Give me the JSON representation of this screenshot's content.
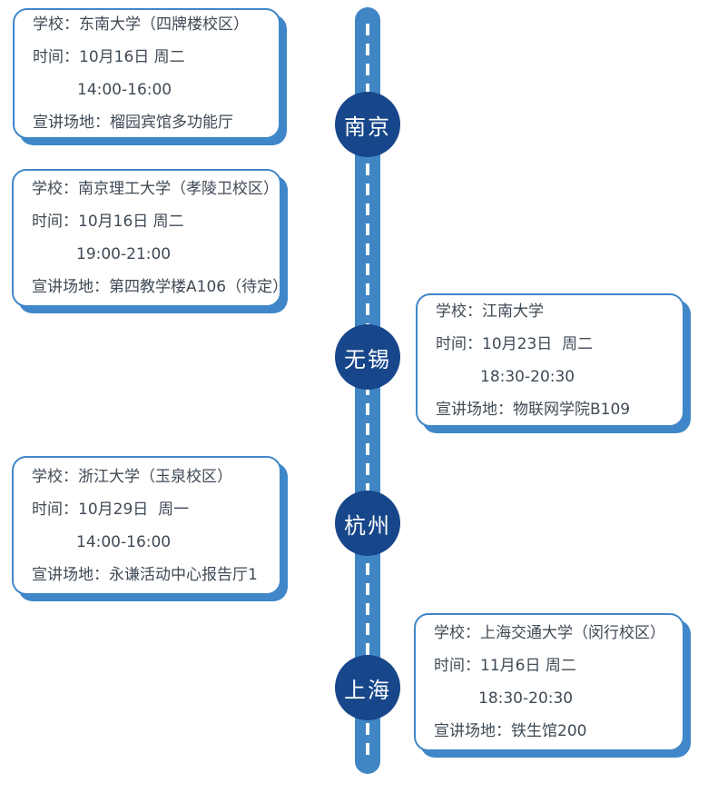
{
  "colors": {
    "bar": "#4186c4",
    "node": "#17468a",
    "card_border": "#3f87c8",
    "text": "#3f4a55"
  },
  "timeline": {
    "nodes": [
      {
        "city": "南京"
      },
      {
        "city": "无锡"
      },
      {
        "city": "杭州"
      },
      {
        "city": "上海"
      }
    ]
  },
  "cards": [
    {
      "city": "南京",
      "school": "学校：东南大学（四牌楼校区）",
      "date": "时间：10月16日 周二",
      "time": "14:00-16:00",
      "venue": "宣讲场地：榴园宾馆多功能厅"
    },
    {
      "city": "南京",
      "school": "学校：南京理工大学（孝陵卫校区）",
      "date": "时间：10月16日 周二",
      "time": "19:00-21:00",
      "venue": "宣讲场地：第四教学楼A106（待定）"
    },
    {
      "city": "无锡",
      "school": "学校：江南大学",
      "date": "时间：10月23日  周二",
      "time": "18:30-20:30",
      "venue": "宣讲场地：物联网学院B109"
    },
    {
      "city": "杭州",
      "school": "学校：浙江大学（玉泉校区）",
      "date": "时间：10月29日  周一",
      "time": "14:00-16:00",
      "venue": "宣讲场地：永谦活动中心报告厅1"
    },
    {
      "city": "上海",
      "school": "学校：上海交通大学（闵行校区）",
      "date": "时间：11月6日 周二",
      "time": "18:30-20:30",
      "venue": "宣讲场地：铁生馆200"
    }
  ]
}
